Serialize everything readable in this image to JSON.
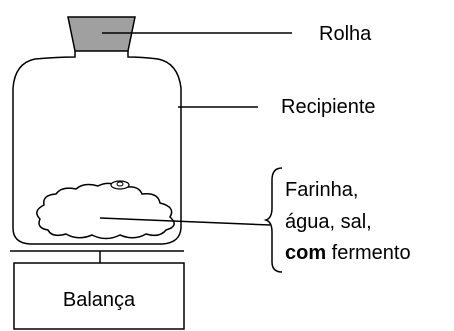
{
  "labels": {
    "stopper": "Rolha",
    "container": "Recipiente",
    "dough_line1": "Farinha,",
    "dough_line2": "água, sal,",
    "dough_line3_bold": "com",
    "dough_line3_rest": " fermento",
    "scale": "Balança"
  },
  "colors": {
    "stopper_fill": "#a0a0a0",
    "stroke": "#000000",
    "background": "#ffffff"
  }
}
